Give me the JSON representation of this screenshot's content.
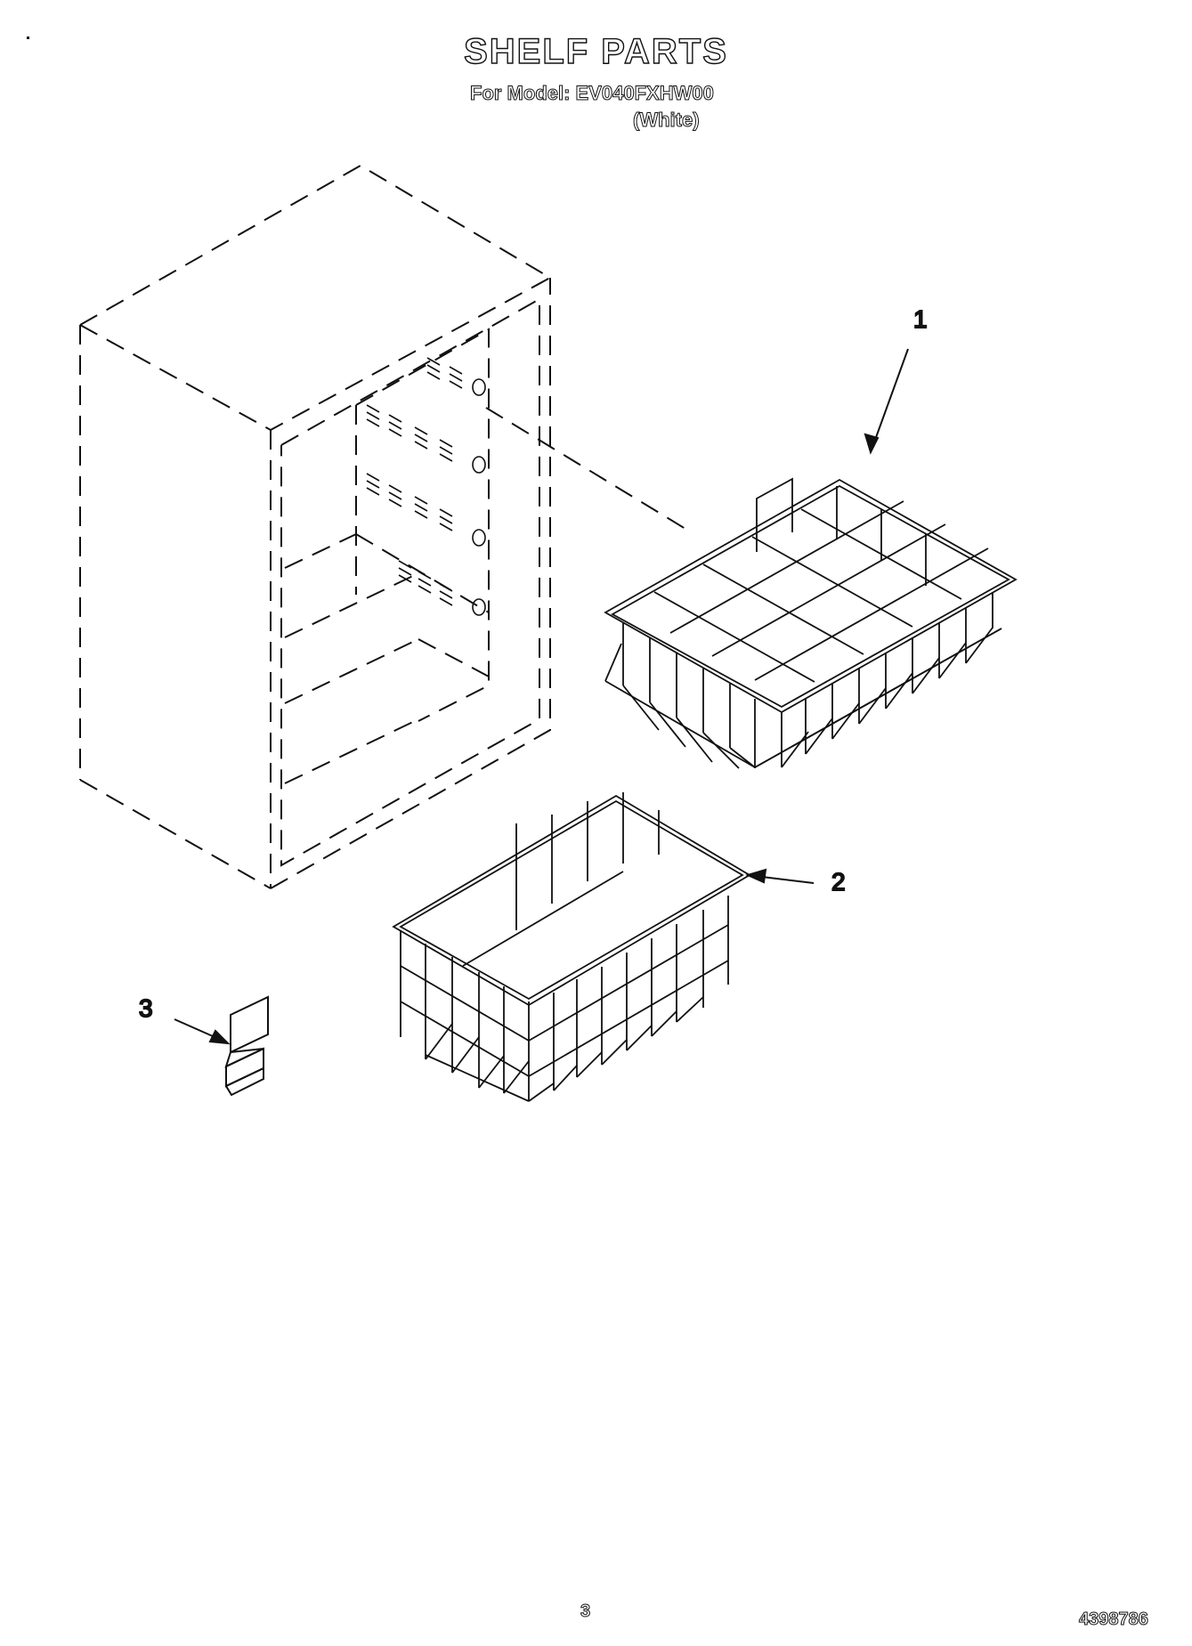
{
  "header": {
    "title": "SHELF PARTS",
    "model_line": "For Model: EV040FXHW00",
    "variant": "(White)"
  },
  "callouts": [
    "1",
    "2",
    "3"
  ],
  "footer": {
    "page_number": "3",
    "doc_number": "4398786"
  }
}
